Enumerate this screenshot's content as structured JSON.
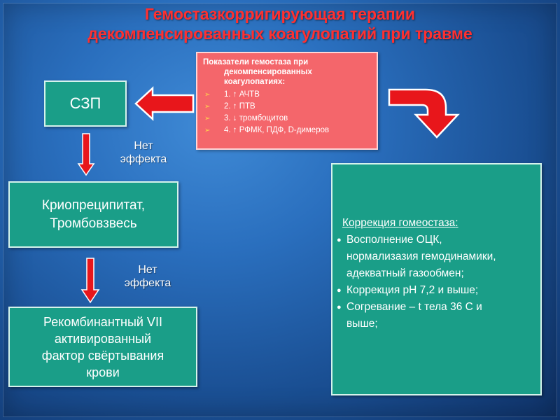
{
  "title": {
    "line1": "Гемостазкорригирующая терапии",
    "line2": "декомпенсированных коагулопатий при травме"
  },
  "boxes": {
    "szp": "СЗП",
    "cryo": {
      "line1": "Криопреципитат,",
      "line2": "Тромбовзвесь"
    },
    "rf7": {
      "line1": "Рекомбинантный VII",
      "line2": "активированный",
      "line3": "фактор свёртывания",
      "line4": "крови"
    }
  },
  "indicators": {
    "title_line1": "Показатели гемостаза при",
    "title_line2": "декомпенсированных",
    "title_line3": "коагулопатиях:",
    "items": [
      "1. ↑ АЧТВ",
      "2. ↑ ПТВ",
      "3. ↓ тромбоцитов",
      "4. ↑ РФМК, ПДФ, D-димеров"
    ]
  },
  "labels": {
    "no_effect_1_line1": "Нет",
    "no_effect_1_line2": "эффекта",
    "no_effect_2_line1": "Нет",
    "no_effect_2_line2": "эффекта"
  },
  "correction": {
    "title": "Коррекция гомеостаза",
    "title_suffix": ":",
    "items": [
      "Восполнение ОЦК,\nнормализазия гемодинамики,\nадекватный газообмен;",
      "Коррекция рН 7,2 и выше;",
      "Согревание – t тела 36 С и\nвыше;"
    ]
  },
  "colors": {
    "title_red": "#ff3030",
    "box_green": "#1a9e88",
    "box_red": "#f4666b",
    "arrow_red": "#e8161b",
    "bullet_yellow": "#ffd24d"
  }
}
